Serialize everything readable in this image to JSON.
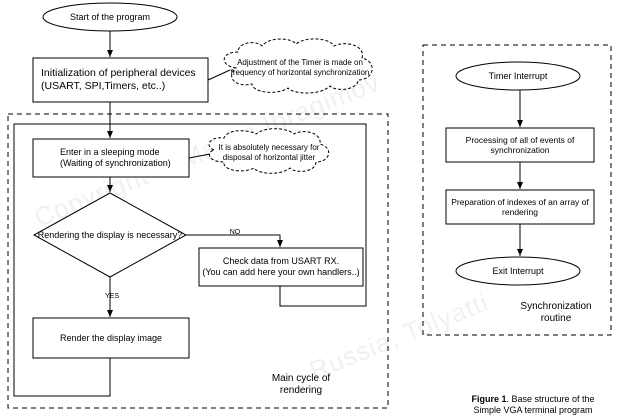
{
  "nodes": {
    "start": "Start of the program",
    "init": "Initialization of peripheral devices\n(USART, SPI,Timers, etc..)",
    "timer_note": "Adjustment of the Timer is made on\nfrequency of horizontal synchronization",
    "sleep": "Enter in a sleeping mode\n(Waiting of synchronization)",
    "jitter_note": "It is absolutely necessary for\ndisposal of horizontal jitter",
    "decision": "Rendering the display is necessary?",
    "no_label": "NO",
    "yes_label": "YES",
    "usart": "Check data from USART RX.\n(You can add here your own handlers..)",
    "render": "Render the display image",
    "main_cycle": "Main cycle of\nrendering"
  },
  "sync": {
    "timer_interrupt": "Timer Interrupt",
    "processing": "Processing of all of events of\nsynchronization",
    "preparation": "Preparation of indexes of an array of\nrendering",
    "exit": "Exit Interrupt",
    "routine": "Synchronization\nroutine"
  },
  "caption": {
    "bold": "Figure 1",
    "rest": ". Base structure of the",
    "line2": "Simple VGA terminal program"
  },
  "watermark": {
    "line1": "Copyright © Maxim Ibragimov",
    "line2": "Russia, Tolyatti"
  }
}
